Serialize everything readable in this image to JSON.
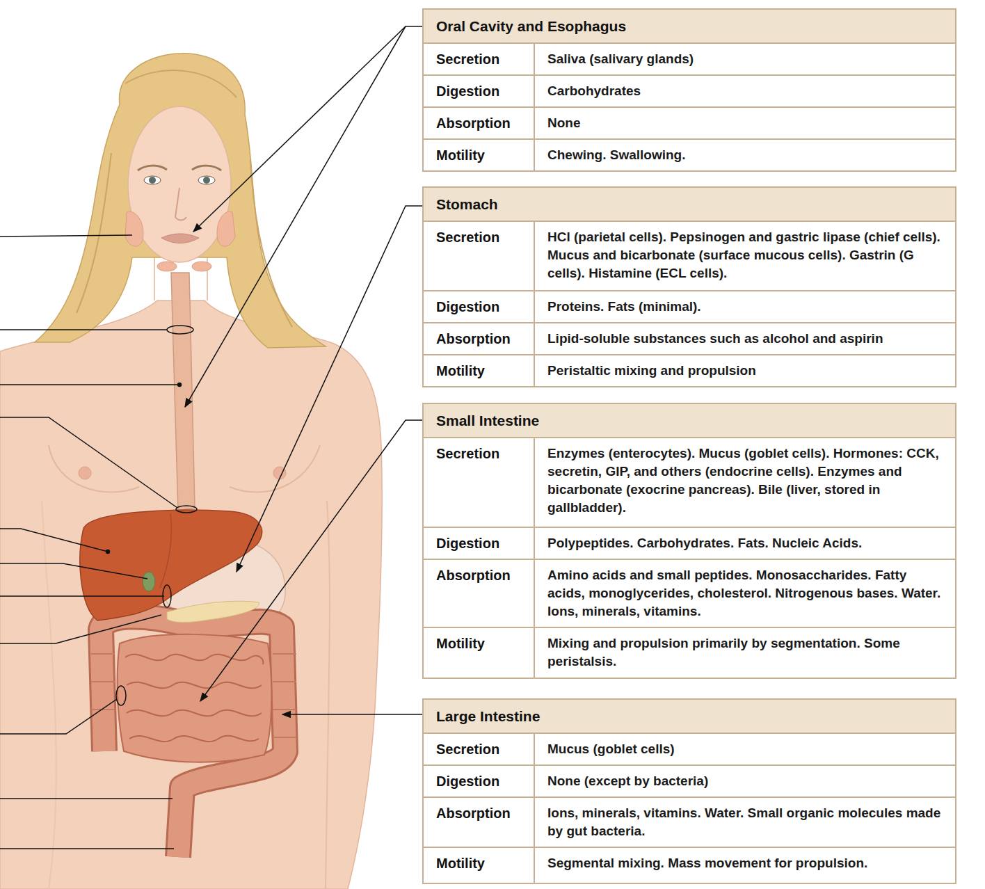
{
  "diagram": {
    "nodes": [
      {
        "text": [
          "Oral Cavity and Esophagus"
        ]
      },
      {
        "text": [
          "Secretion",
          "Saliva (salivary glands)"
        ],
        "in": 0
      },
      {
        "text": [
          "Digestion",
          "Carbohydrates"
        ],
        "in": 0
      },
      {
        "text": [
          "Absorption",
          "None"
        ],
        "in": 0
      },
      {
        "text": [
          "Motility",
          "Chewing. Swallowing."
        ],
        "in": 0
      },
      {
        "text": [
          "Stomach"
        ]
      },
      {
        "text": [
          "Secretion",
          "HCl (parietal cells). Pepsinogen and gastric lipase (chief cells). Mucus and bicarbonate (surface mucous cells). Gastrin (G cells). Histamine (ECL cells)."
        ],
        "in": 5
      },
      {
        "text": [
          "Digestion",
          "Proteins. Fats (minimal)."
        ],
        "in": 5
      },
      {
        "text": [
          "Absorption",
          "Lipid-soluble substances such as alcohol and aspirin"
        ],
        "in": 5
      },
      {
        "text": [
          "Motility",
          "Peristaltic mixing and propulsion"
        ],
        "in": 5
      },
      {
        "text": [
          "Small Intestine"
        ]
      },
      {
        "text": [
          "Secretion",
          "Enzymes (enterocytes). Mucus (goblet cells). Hormones: CCK, secretin, GIP, and others (endocrine cells). Enzymes and bicarbonate (exocrine pancreas). Bile (liver, stored in gallbladder)."
        ],
        "in": 10
      },
      {
        "text": [
          "Digestion",
          "Polypeptides. Carbohydrates. Fats. Nucleic Acids."
        ],
        "in": 10
      },
      {
        "text": [
          "Absorption",
          "Amino acids and small peptides. Monosaccharides. Fatty acids, monoglycerides, cholesterol. Nitrogenous bases. Water. Ions, minerals, vitamins."
        ],
        "in": 10
      },
      {
        "text": [
          "Motility",
          "Mixing and propulsion primarily by segmentation. Some peristalsis."
        ],
        "in": 10
      },
      {
        "text": [
          "Large Intestine"
        ]
      },
      {
        "text": [
          "Secretion",
          "Mucus (goblet cells)"
        ],
        "in": 15
      },
      {
        "text": [
          "Digestion",
          "None (except by bacteria)"
        ],
        "in": 15
      },
      {
        "text": [
          "Absorption",
          "Ions, minerals, vitamins. Water. Small organic molecules made by gut bacteria."
        ],
        "in": 15
      },
      {
        "text": [
          "Motility",
          "Segmental mixing. Mass movement for propulsion."
        ],
        "in": 15
      }
    ]
  }
}
